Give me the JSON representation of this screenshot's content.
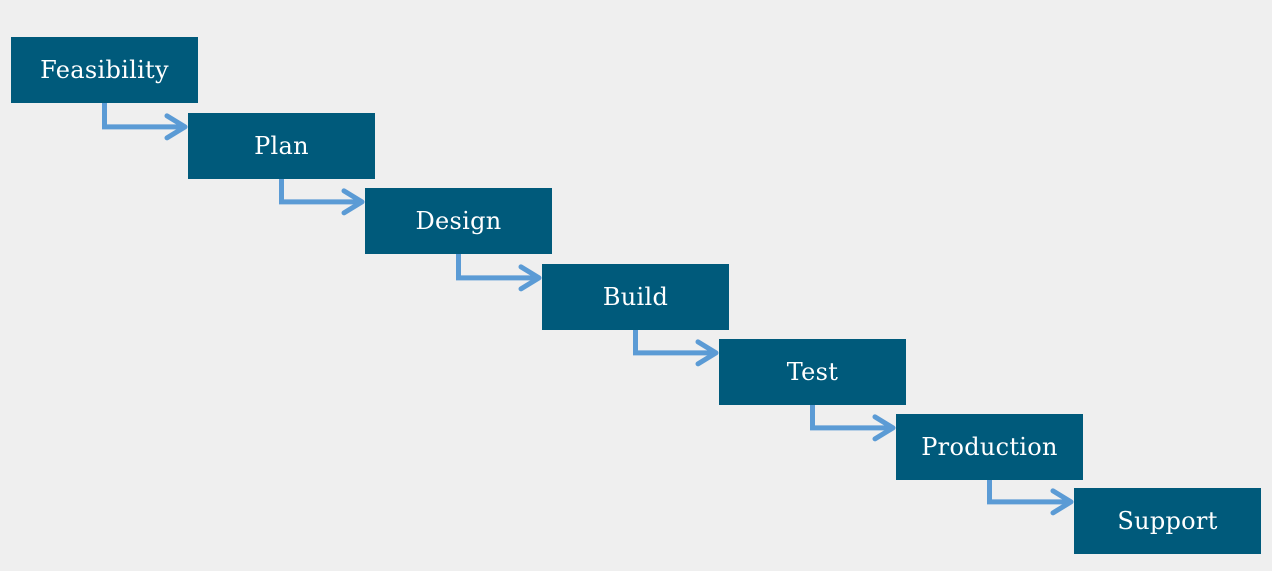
{
  "colors": {
    "background": "#efefef",
    "stage_fill": "#005a7b",
    "stage_text": "#ffffff",
    "arrow": "#5b9bd5"
  },
  "stages": [
    {
      "label": "Feasibility"
    },
    {
      "label": "Plan"
    },
    {
      "label": "Design"
    },
    {
      "label": "Build"
    },
    {
      "label": "Test"
    },
    {
      "label": "Production"
    },
    {
      "label": "Support"
    }
  ]
}
